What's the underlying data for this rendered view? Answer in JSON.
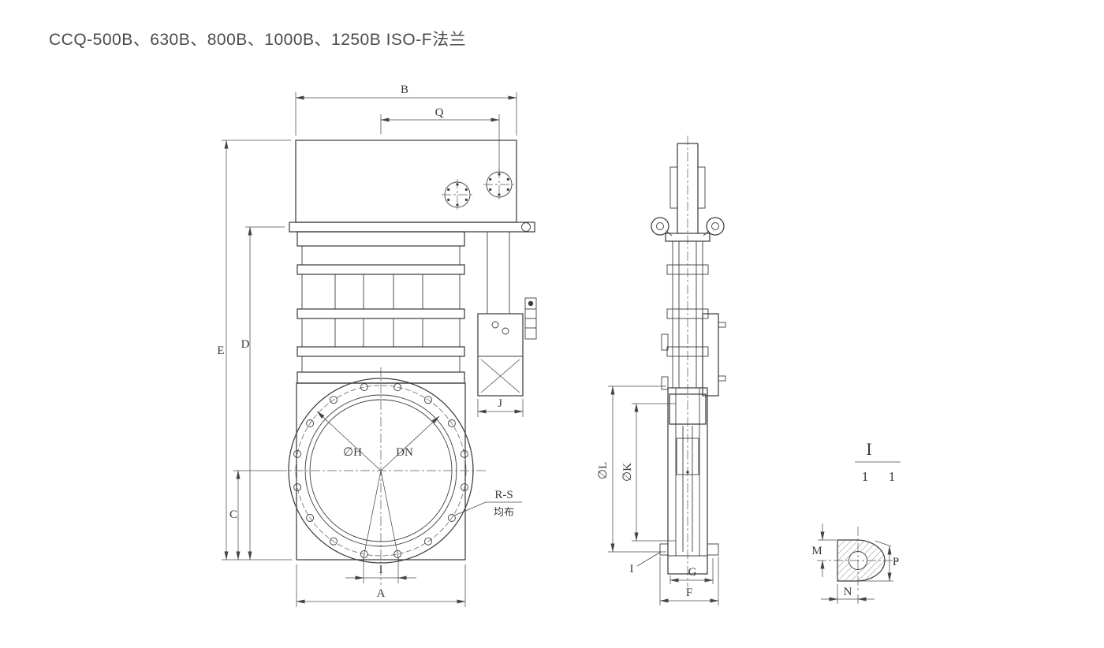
{
  "title": "CCQ-500B、630B、800B、1000B、1250B ISO-F法兰",
  "front_view": {
    "dim_B": "B",
    "dim_Q": "Q",
    "dim_E": "E",
    "dim_D": "D",
    "dim_C": "C",
    "dim_A": "A",
    "dim_I": "I",
    "dim_J": "J",
    "label_H": "∅H",
    "label_DN": "DN",
    "label_RS": "R-S",
    "label_RS_note": "均布"
  },
  "side_view": {
    "dim_L": "∅L",
    "dim_K": "∅K",
    "dim_G": "G",
    "dim_F": "F",
    "label_I": "I"
  },
  "detail_view": {
    "label": "I",
    "scale_numerator": "1",
    "scale_denominator": "1",
    "dim_M": "M",
    "dim_N": "N",
    "dim_P": "P"
  }
}
